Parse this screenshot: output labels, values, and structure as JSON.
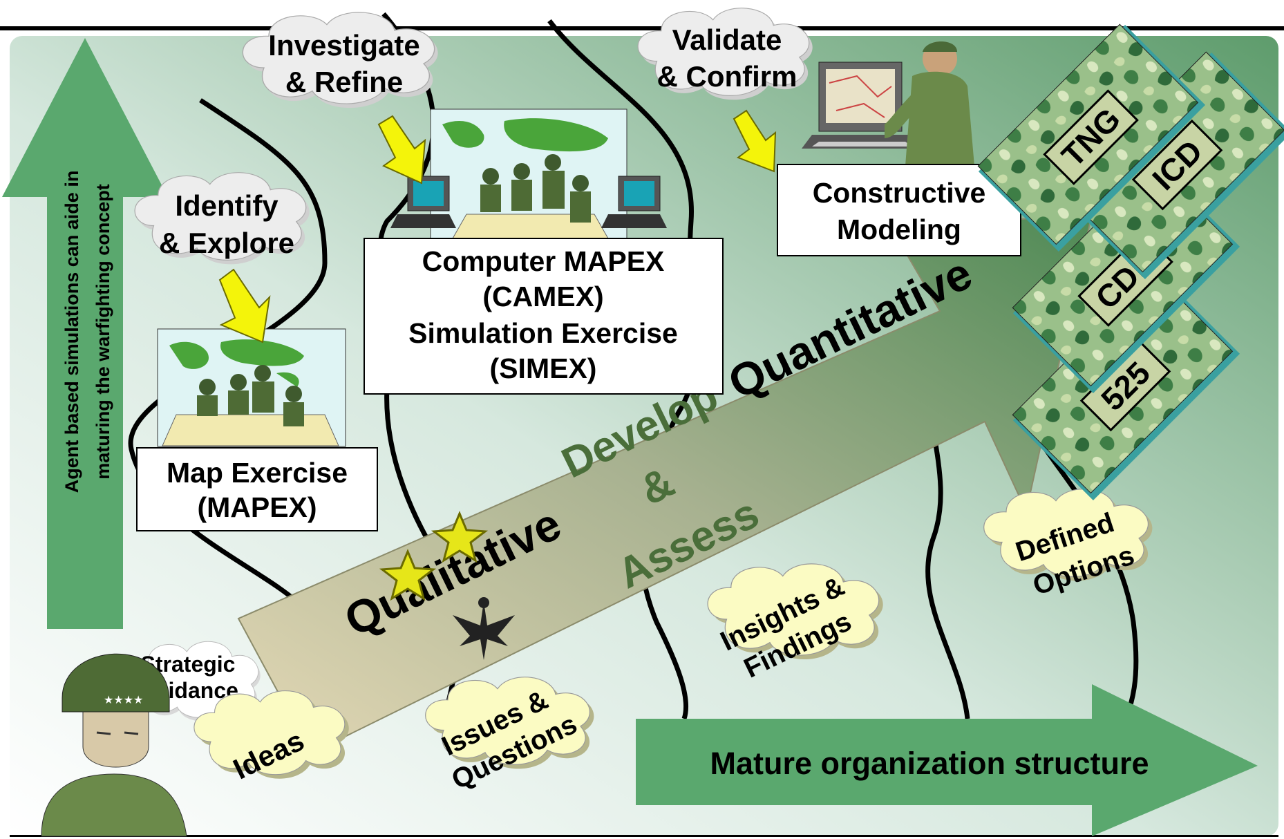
{
  "stages": {
    "map_exercise": [
      "Map Exercise",
      "(MAPEX)"
    ],
    "camex": [
      "Computer MAPEX",
      "(CAMEX)",
      "Simulation Exercise",
      "(SIMEX)"
    ],
    "constructive": [
      "Constructive",
      "Modeling"
    ]
  },
  "clouds": {
    "identify": [
      "Identify",
      "& Explore"
    ],
    "investigate": [
      "Investigate",
      "& Refine"
    ],
    "validate": [
      "Validate",
      "& Confirm"
    ],
    "strategic": [
      "Strategic",
      "Guidance"
    ]
  },
  "bubbles": {
    "ideas": [
      "Ideas"
    ],
    "issues": [
      "Issues &",
      "Questions"
    ],
    "insights": [
      "Insights &",
      "Findings"
    ],
    "defined": [
      "Defined",
      "Options"
    ]
  },
  "main_arrow": {
    "qualitative": "Qualitative",
    "quantitative": "Quantitative",
    "develop": [
      "Develop",
      "&",
      "Assess"
    ]
  },
  "vertical_arrow": [
    "Agent based simulations can aide in",
    "maturing the warfighting concept"
  ],
  "bottom_arrow": "Mature organization structure",
  "documents": [
    "TNG",
    "ICD",
    "CDD",
    "525"
  ],
  "colors": {
    "green_arrow": "#5aa86e",
    "bubble_yellow": "#fbfbc3",
    "develop_text": "#4a6e3a",
    "star_yellow": "#e6e619",
    "pointer_yellow": "#f4f40a"
  }
}
